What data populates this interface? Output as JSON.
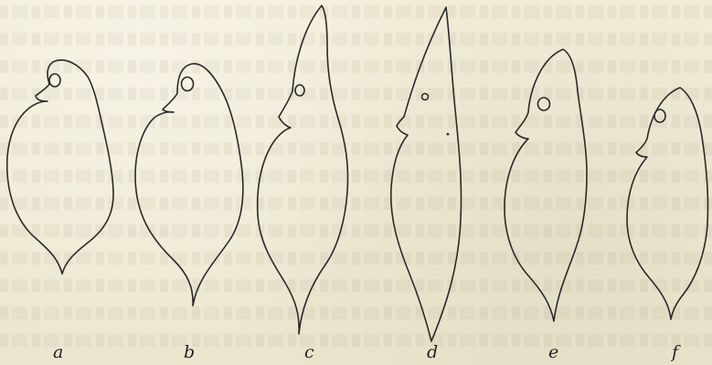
{
  "figure": {
    "panels": [
      {
        "label": "a"
      },
      {
        "label": "b"
      },
      {
        "label": "c"
      },
      {
        "label": "d"
      },
      {
        "label": "e"
      },
      {
        "label": "f"
      }
    ]
  },
  "colors": {
    "paper": "#f1ecd6",
    "ink": "#2a2a2a"
  }
}
